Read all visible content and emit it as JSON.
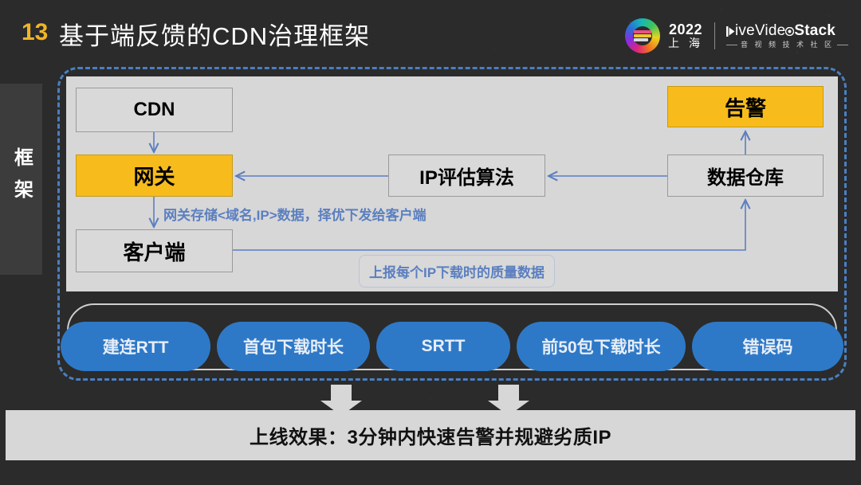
{
  "slide": {
    "number": "13",
    "title": "基于端反馈的CDN治理框架",
    "side_tab_label": "框架"
  },
  "logo": {
    "year": "2022",
    "city": "上 海",
    "brand_prefix": "iveVide",
    "brand_suffix": "Stack",
    "brand_sub": "音 视 频 技 术 社 区"
  },
  "diagram": {
    "boxes": {
      "cdn": "CDN",
      "gateway": "网关",
      "client": "客户端",
      "ip_algo": "IP评估算法",
      "data_warehouse": "数据仓库",
      "alarm": "告警"
    },
    "annotations": {
      "gateway_to_client": "网关存储<域名,IP>数据，择优下发给客户端",
      "client_to_warehouse": "上报每个IP下载时的质量数据"
    }
  },
  "metrics": [
    "建连RTT",
    "首包下载时长",
    "SRTT",
    "前50包下载时长",
    "错误码"
  ],
  "result": {
    "text": "上线效果：3分钟内快速告警并规避劣质IP"
  },
  "colors": {
    "background": "#2b2b2b",
    "panel": "#d7d7d7",
    "highlight_yellow": "#f7bc1c",
    "pill_blue": "#2e79c7",
    "dashed_blue": "#4a7fc1",
    "accent_number": "#f0b428",
    "annotation_blue": "#5b7fc0"
  }
}
